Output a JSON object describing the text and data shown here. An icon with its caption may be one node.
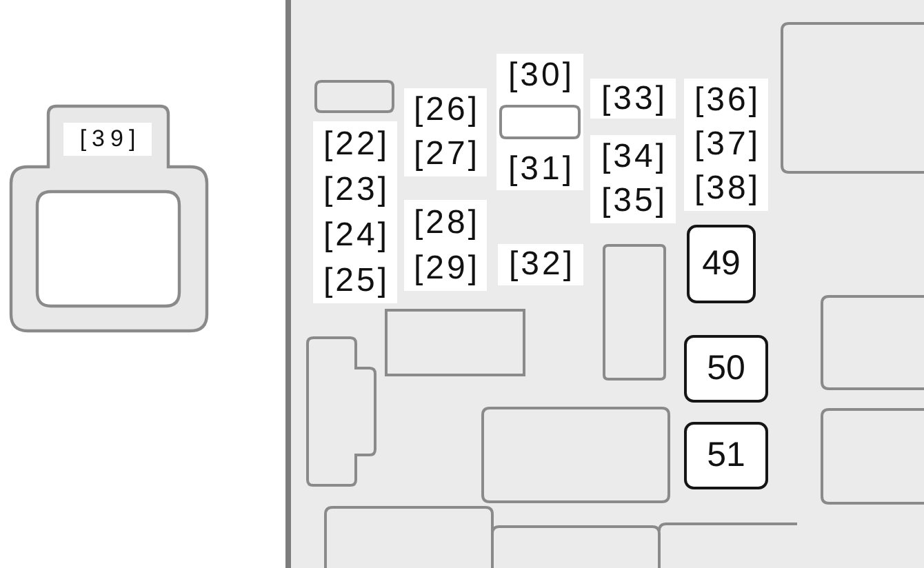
{
  "diagram": {
    "nodes": [
      {
        "text": [
          "[39]"
        ]
      },
      {
        "text": [
          "49"
        ]
      },
      {
        "text": [
          "50"
        ]
      },
      {
        "text": [
          "51"
        ]
      }
    ],
    "labels": [
      "[22]",
      "[23]",
      "[24]",
      "[25]",
      "[26]",
      "[27]",
      "[28]",
      "[29]",
      "[30]",
      "[31]",
      "[32]",
      "[33]",
      "[34]",
      "[35]",
      "[36]",
      "[37]",
      "[38]"
    ]
  }
}
